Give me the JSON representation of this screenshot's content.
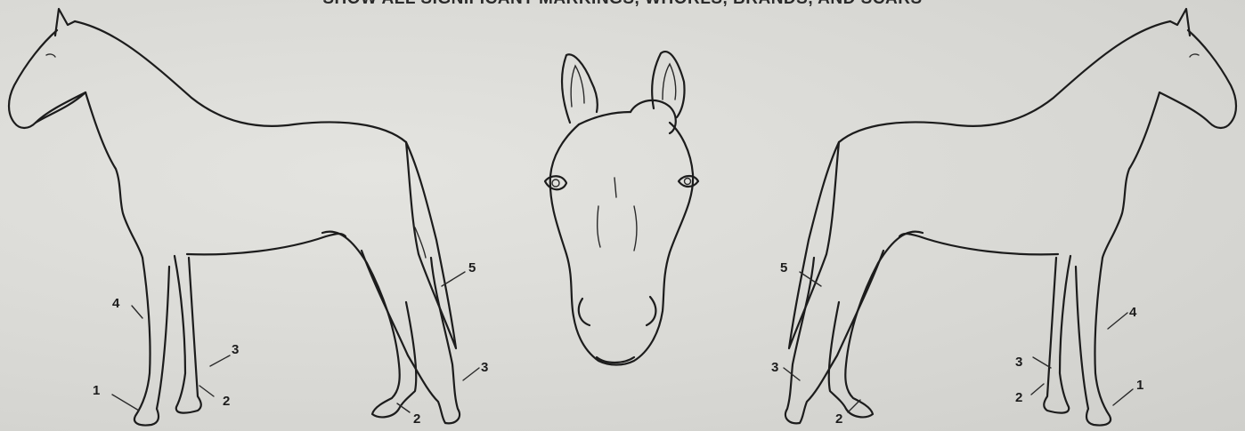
{
  "heading": "SHOW ALL SIGNIFICANT MARKINGS, WHORLS, BRANDS, AND SCARS",
  "left_horse": {
    "labels": [
      "1",
      "2",
      "3",
      "4",
      "2",
      "3",
      "5"
    ]
  },
  "right_horse": {
    "labels": [
      "5",
      "3",
      "2",
      "4",
      "3",
      "2",
      "1"
    ]
  }
}
